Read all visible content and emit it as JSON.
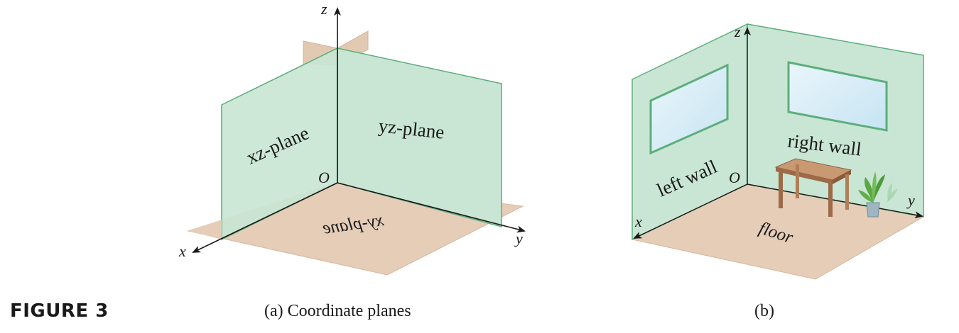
{
  "figure_label": "FIGURE 3",
  "panel_a": {
    "caption": "(a) Coordinate planes",
    "axes": {
      "x": "x",
      "y": "y",
      "z": "z"
    },
    "origin": "O",
    "planes": {
      "xz": "xz-plane",
      "yz": "yz-plane",
      "xy": "xy-plane"
    }
  },
  "panel_b": {
    "caption": "(b)",
    "axes": {
      "x": "x",
      "y": "y",
      "z": "z"
    },
    "origin": "O",
    "labels": {
      "left_wall": "left wall",
      "right_wall": "right wall",
      "floor": "floor"
    }
  },
  "colors": {
    "wall_fill": "#c9e6d4",
    "wall_edge": "#5cae7c",
    "floor_fill": "#e5cdb8",
    "floor_edge": "#c9a88c",
    "window_fill": "#d9eef7",
    "table": "#b07e58"
  }
}
